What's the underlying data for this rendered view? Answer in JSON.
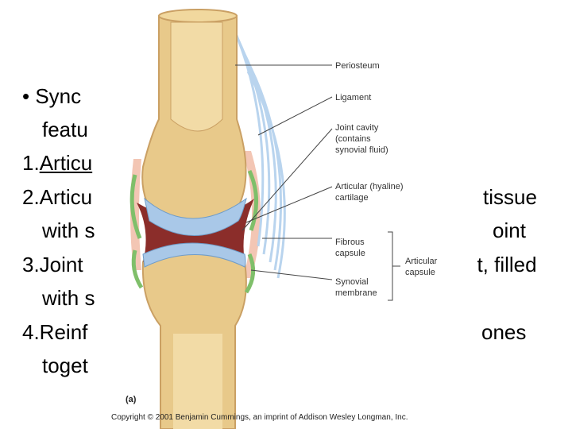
{
  "slide": {
    "bullet_glyph": "•",
    "lines": {
      "l1": "Sync",
      "l2": "featu",
      "l3_num": "1.",
      "l3_word": "Articu",
      "l4_left": "2.Articu",
      "l4_right": "tissue",
      "l5_left": "with s",
      "l5_right": "oint",
      "l6_left": "3.Joint",
      "l6_right": "et, filled",
      "l7_left": "with s",
      "l8_left": "4.Reinf",
      "l8_right": "ones",
      "l9_left": "toget"
    }
  },
  "figure": {
    "labels": {
      "periosteum": "Periosteum",
      "ligament": "Ligament",
      "joint_cavity_1": "Joint cavity",
      "joint_cavity_2": "(contains",
      "joint_cavity_3": "synovial fluid)",
      "articular_cartilage_1": "Articular (hyaline)",
      "articular_cartilage_2": "cartilage",
      "fibrous_capsule_1": "Fibrous",
      "fibrous_capsule_2": "capsule",
      "articular_capsule_1": "Articular",
      "articular_capsule_2": "capsule",
      "synovial_membrane_1": "Synovial",
      "synovial_membrane_2": "membrane"
    },
    "panel_letter": "(a)",
    "copyright": "Copyright © 2001 Benjamin Cummings, an imprint of Addison Wesley Longman, Inc."
  },
  "colors": {
    "bone": "#e8c98a",
    "bone_dark": "#caa064",
    "cartilage": "#a9c8e8",
    "cavity": "#8b2d2a",
    "membrane": "#7fbf6a",
    "ligament": "#cfe2f4",
    "capsule": "#f3c6b4"
  }
}
